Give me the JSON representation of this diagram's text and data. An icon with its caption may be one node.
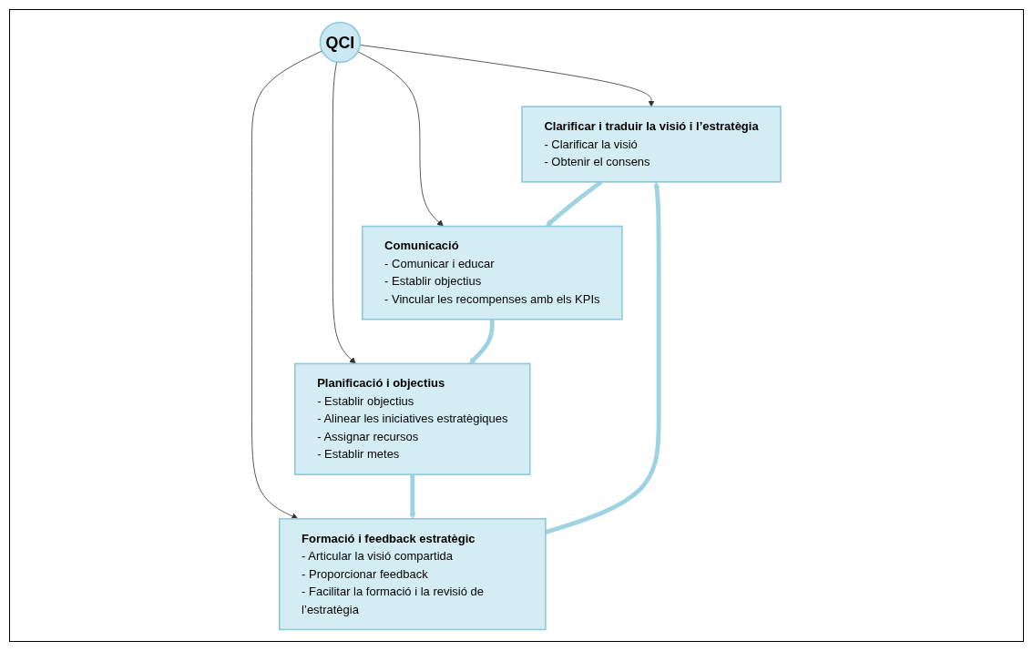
{
  "diagram": {
    "nodes": [
      {
        "text": [
          "Clarificar i traduir la visió i l’estratègia",
          "- Clarificar la visió",
          "- Obtenir el consens"
        ]
      },
      {
        "text": [
          "Comunicació",
          "- Comunicar i educar",
          "- Establir objectius",
          "- Vincular les recompenses amb els KPIs"
        ]
      },
      {
        "text": [
          "QCI"
        ]
      },
      {
        "text": [
          "Formació i feedback estratègic",
          "- Articular la visió compartida",
          "- Proporcionar feedback",
          "- Facilitar la formació i la revisió de l’estratègia"
        ]
      },
      {
        "text": [
          "Planificació i objectius",
          "- Establir objectius",
          "- Alinear les iniciatives estratègiques",
          "- Assignar recursos",
          "- Establir metes"
        ]
      }
    ],
    "edges": [
      {
        "from": 2,
        "to": 0,
        "arrow": "to"
      },
      {
        "from": 2,
        "to": 1,
        "arrow": "to"
      },
      {
        "from": 2,
        "to": 3,
        "arrow": "to"
      },
      {
        "from": 2,
        "to": 4,
        "arrow": "to"
      },
      {
        "from": 0,
        "to": 1,
        "arrow": "to",
        "style": "thick",
        "color": "#9fd3e3"
      },
      {
        "from": 1,
        "to": 4,
        "arrow": "to",
        "style": "thick",
        "color": "#9fd3e3"
      },
      {
        "from": 4,
        "to": 3,
        "arrow": "to",
        "style": "thick",
        "color": "#9fd3e3"
      },
      {
        "from": 3,
        "to": 0,
        "arrow": "to",
        "style": "thick",
        "color": "#9fd3e3"
      }
    ]
  }
}
